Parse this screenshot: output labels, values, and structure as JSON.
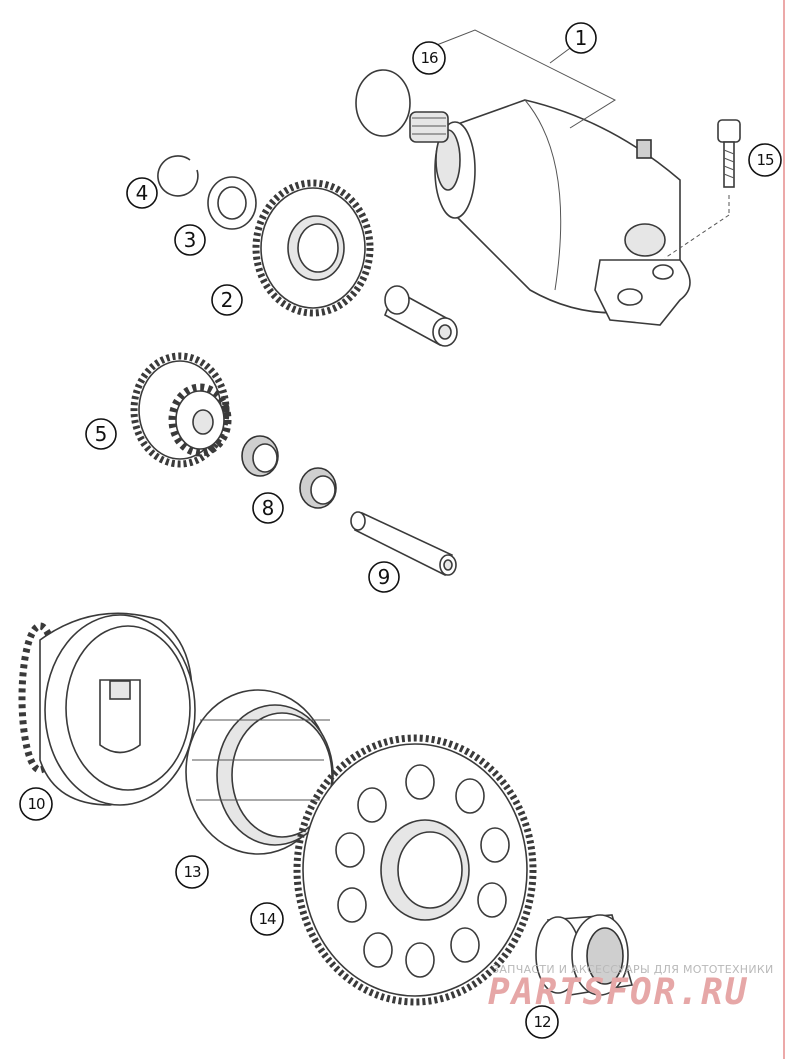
{
  "diagram": {
    "callouts": [
      {
        "id": "c1",
        "label": "1"
      },
      {
        "id": "c2",
        "label": "2"
      },
      {
        "id": "c3",
        "label": "3"
      },
      {
        "id": "c4",
        "label": "4"
      },
      {
        "id": "c5",
        "label": "5"
      },
      {
        "id": "c8",
        "label": "8"
      },
      {
        "id": "c9",
        "label": "9"
      },
      {
        "id": "c10",
        "label": "10"
      },
      {
        "id": "c12",
        "label": "12"
      },
      {
        "id": "c13",
        "label": "13"
      },
      {
        "id": "c14",
        "label": "14"
      },
      {
        "id": "c15",
        "label": "15"
      },
      {
        "id": "c16",
        "label": "16"
      }
    ],
    "line_color": "#3a3a3a",
    "margin_line_color": "#e07070"
  },
  "watermark": {
    "tagline": "ЗАПЧАСТИ И АКСЕССУАРЫ ДЛЯ МОТОТЕХНИКИ",
    "logo": "PARTSFOR.RU",
    "logo_color": "#e6a7a7"
  }
}
